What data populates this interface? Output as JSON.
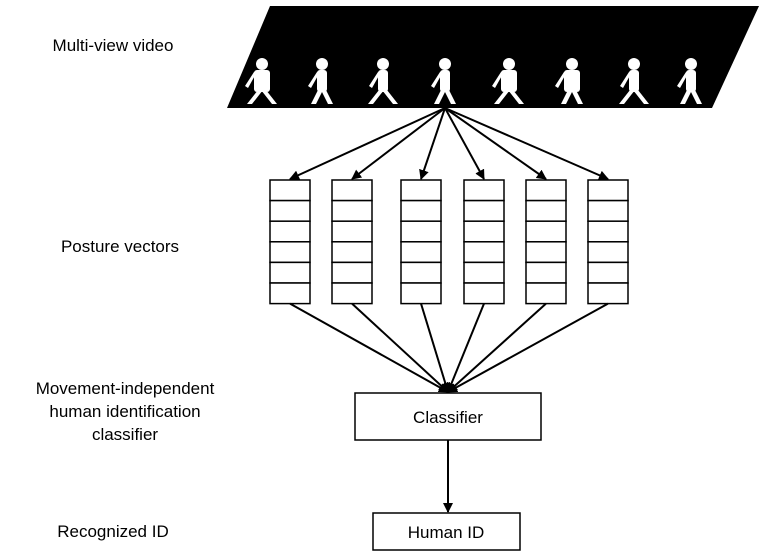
{
  "labels": {
    "video": "Multi-view video",
    "posture": "Posture vectors",
    "classifier_lines": [
      "Movement-independent",
      "human identification",
      "classifier"
    ],
    "recognized": "Recognized ID"
  },
  "boxes": {
    "classifier": "Classifier",
    "human_id": "Human ID"
  },
  "diagram": {
    "posture_vector_count": 6,
    "cells_per_vector": 6,
    "video_frame_count": 8,
    "colors": {
      "stroke": "#000000",
      "film": "#000000",
      "silhouette": "#ffffff"
    }
  }
}
